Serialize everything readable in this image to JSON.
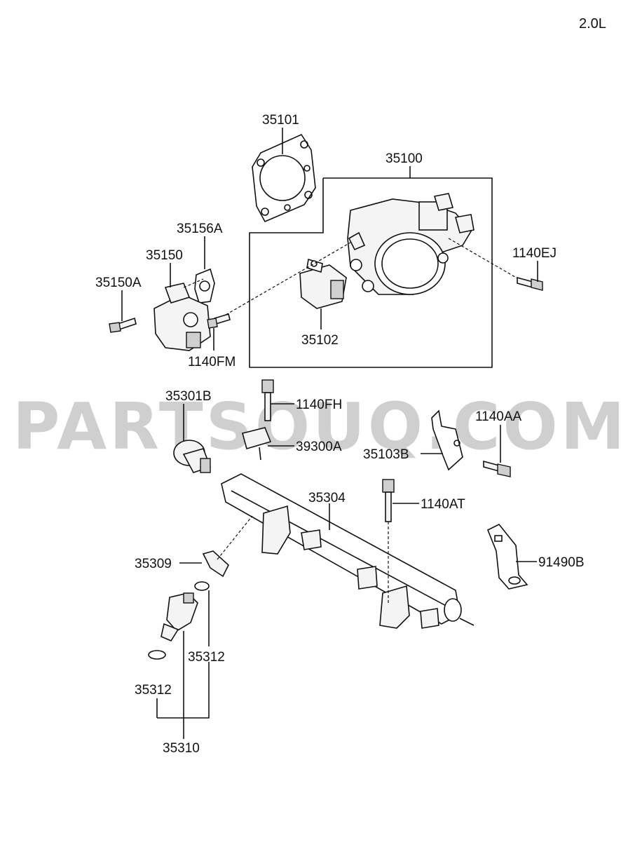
{
  "engine_label": "2.0L",
  "watermark": "PARTSOUQ.COM",
  "labels": {
    "p35101": "35101",
    "p35100": "35100",
    "p35156A": "35156A",
    "p35150": "35150",
    "p35150A": "35150A",
    "p1140EJ": "1140EJ",
    "p35102": "35102",
    "p1140FM": "1140FM",
    "p35301B": "35301B",
    "p1140FH": "1140FH",
    "p39300A": "39300A",
    "p1140AA": "1140AA",
    "p35103B": "35103B",
    "p35304": "35304",
    "p1140AT": "1140AT",
    "p35309": "35309",
    "p91490B": "91490B",
    "p35312a": "35312",
    "p35312b": "35312",
    "p35310": "35310"
  }
}
